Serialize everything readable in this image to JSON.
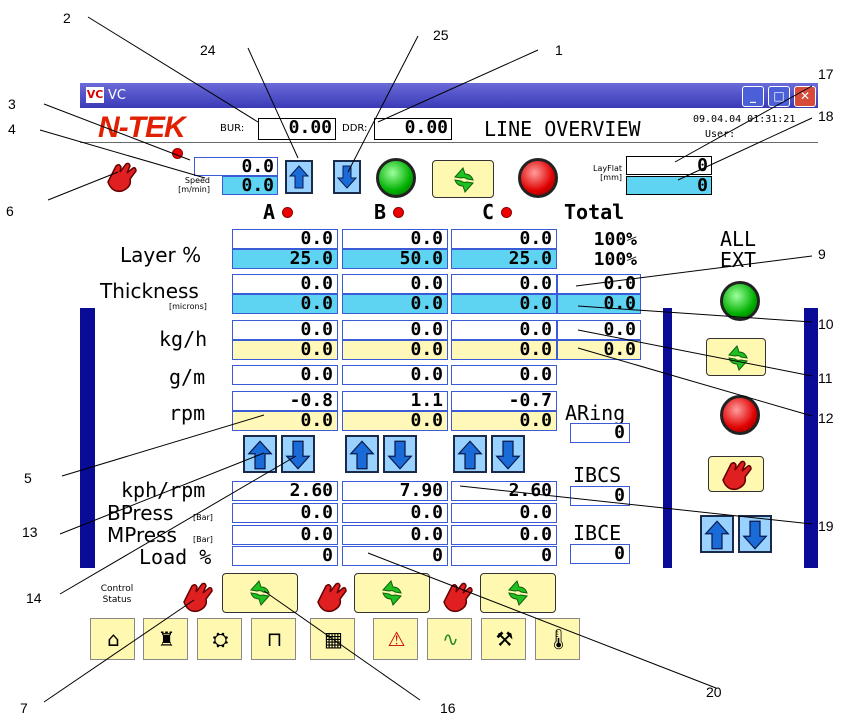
{
  "window": {
    "app_icon": "VC",
    "title": "VC",
    "minimize_icon": "_",
    "maximize_icon": "□",
    "close_icon": "✕"
  },
  "header": {
    "logo": "N-TEK",
    "bur_label": "BUR:",
    "bur_value": "0.00",
    "ddr_label": "DDR:",
    "ddr_value": "0.00",
    "title": "LINE OVERVIEW",
    "datetime": "09.04.04 01:31:21",
    "user_label": "User:",
    "line_speed_label": "Line\nSpeed\n[m/min]",
    "line_speed_top": "0.0",
    "line_speed_bottom": "0.0",
    "layflat_label": "LayFlat\n[mm]",
    "layflat_top": "0",
    "layflat_bottom": "0"
  },
  "columns": [
    "A",
    "B",
    "C"
  ],
  "total_label": "Total",
  "rows": {
    "layer": {
      "label": "Layer %",
      "a": [
        "0.0",
        "25.0"
      ],
      "b": [
        "0.0",
        "50.0"
      ],
      "c": [
        "0.0",
        "25.0"
      ],
      "total": [
        "100%",
        "100%"
      ]
    },
    "thickness": {
      "label": "Thickness",
      "sub": "[microns]",
      "a": [
        "0.0",
        "0.0"
      ],
      "b": [
        "0.0",
        "0.0"
      ],
      "c": [
        "0.0",
        "0.0"
      ],
      "total": [
        "0.0",
        "0.0"
      ]
    },
    "kgh": {
      "label": "kg/h",
      "a": [
        "0.0",
        "0.0"
      ],
      "b": [
        "0.0",
        "0.0"
      ],
      "c": [
        "0.0",
        "0.0"
      ],
      "total": [
        "0.0",
        "0.0"
      ]
    },
    "gm": {
      "label": "g/m",
      "a": "0.0",
      "b": "0.0",
      "c": "0.0"
    },
    "rpm": {
      "label": "rpm",
      "a": [
        "-0.8",
        "0.0"
      ],
      "b": [
        "1.1",
        "0.0"
      ],
      "c": [
        "-0.7",
        "0.0"
      ]
    },
    "kph_rpm": {
      "label": "kph/rpm",
      "a": "2.60",
      "b": "7.90",
      "c": "2.60"
    },
    "bpress": {
      "label": "BPress",
      "sub": "[Bar]",
      "a": "0.0",
      "b": "0.0",
      "c": "0.0"
    },
    "mpress": {
      "label": "MPress",
      "sub": "[Bar]",
      "a": "0.0",
      "b": "0.0",
      "c": "0.0"
    },
    "load": {
      "label": "Load %",
      "a": "0",
      "b": "0",
      "c": "0"
    }
  },
  "side": {
    "aring_label": "ARing",
    "aring_value": "0",
    "ibcs_label": "IBCS",
    "ibcs_value": "0",
    "ibce_label": "IBCE",
    "ibce_value": "0",
    "all_ext_label": "ALL\nEXT"
  },
  "footer": {
    "control_status_label": "Control\nStatus",
    "nav_icons": [
      "home-icon",
      "extruder-icon",
      "winder-icon",
      "hopper-icon",
      "machine-icon",
      "warning-icon",
      "trend-icon",
      "parameters-icon",
      "temperature-icon"
    ],
    "nav_glyphs": [
      "⌂",
      "♜",
      "⛭",
      "⊓",
      "▦",
      "⚠",
      "∿",
      "⚒",
      "🌡"
    ]
  },
  "callouts": {
    "n1": "1",
    "n2": "2",
    "n3": "3",
    "n4": "4",
    "n5": "5",
    "n6": "6",
    "n7": "7",
    "n9": "9",
    "n10": "10",
    "n11": "11",
    "n12": "12",
    "n13": "13",
    "n14": "14",
    "n16": "16",
    "n17": "17",
    "n18": "18",
    "n19": "19",
    "n20": "20",
    "n24": "24",
    "n25": "25"
  },
  "colors": {
    "window_bg": "#0a0b96",
    "cyan_value": "#5ed4f2",
    "cream_value": "#fff8b8",
    "logo_red": "#e02000",
    "button_yellow": "#fff8b0"
  }
}
